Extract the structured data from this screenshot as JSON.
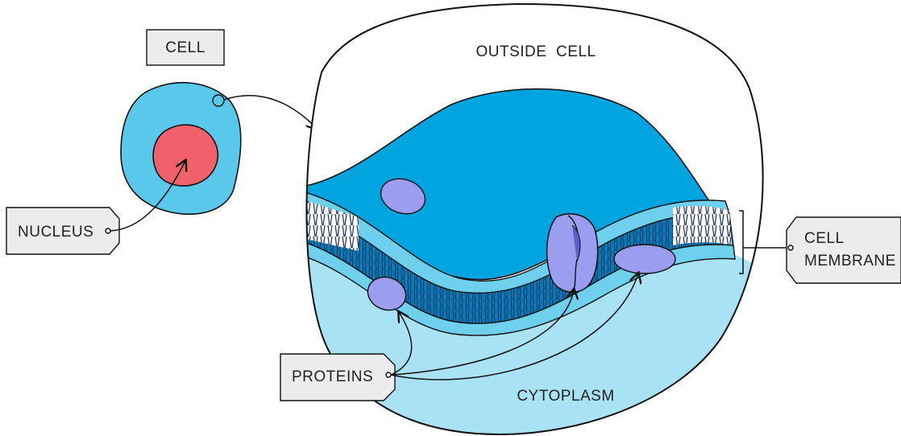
{
  "labels": {
    "cell": "CELL",
    "outside_cell": "OUTSIDE  CELL",
    "nucleus": "NUCLEUS",
    "cell_membrane_line1": "CELL",
    "cell_membrane_line2": "MEMBRANE",
    "proteins": "PROTEINS",
    "cytoplasm": "CYTOPLASM"
  },
  "colors": {
    "cell_cytoplasm": "#5ac8ea",
    "nucleus": "#f0616b",
    "outer_membrane_sheet": "#00a4df",
    "membrane_light": "#6fd0ee",
    "membrane_dark_core": "#0e78b4",
    "cytoplasm_bg": "#a9e2f5",
    "protein": "#9b9ef0",
    "tag_fill": "#ececec",
    "outline": "#111111"
  }
}
